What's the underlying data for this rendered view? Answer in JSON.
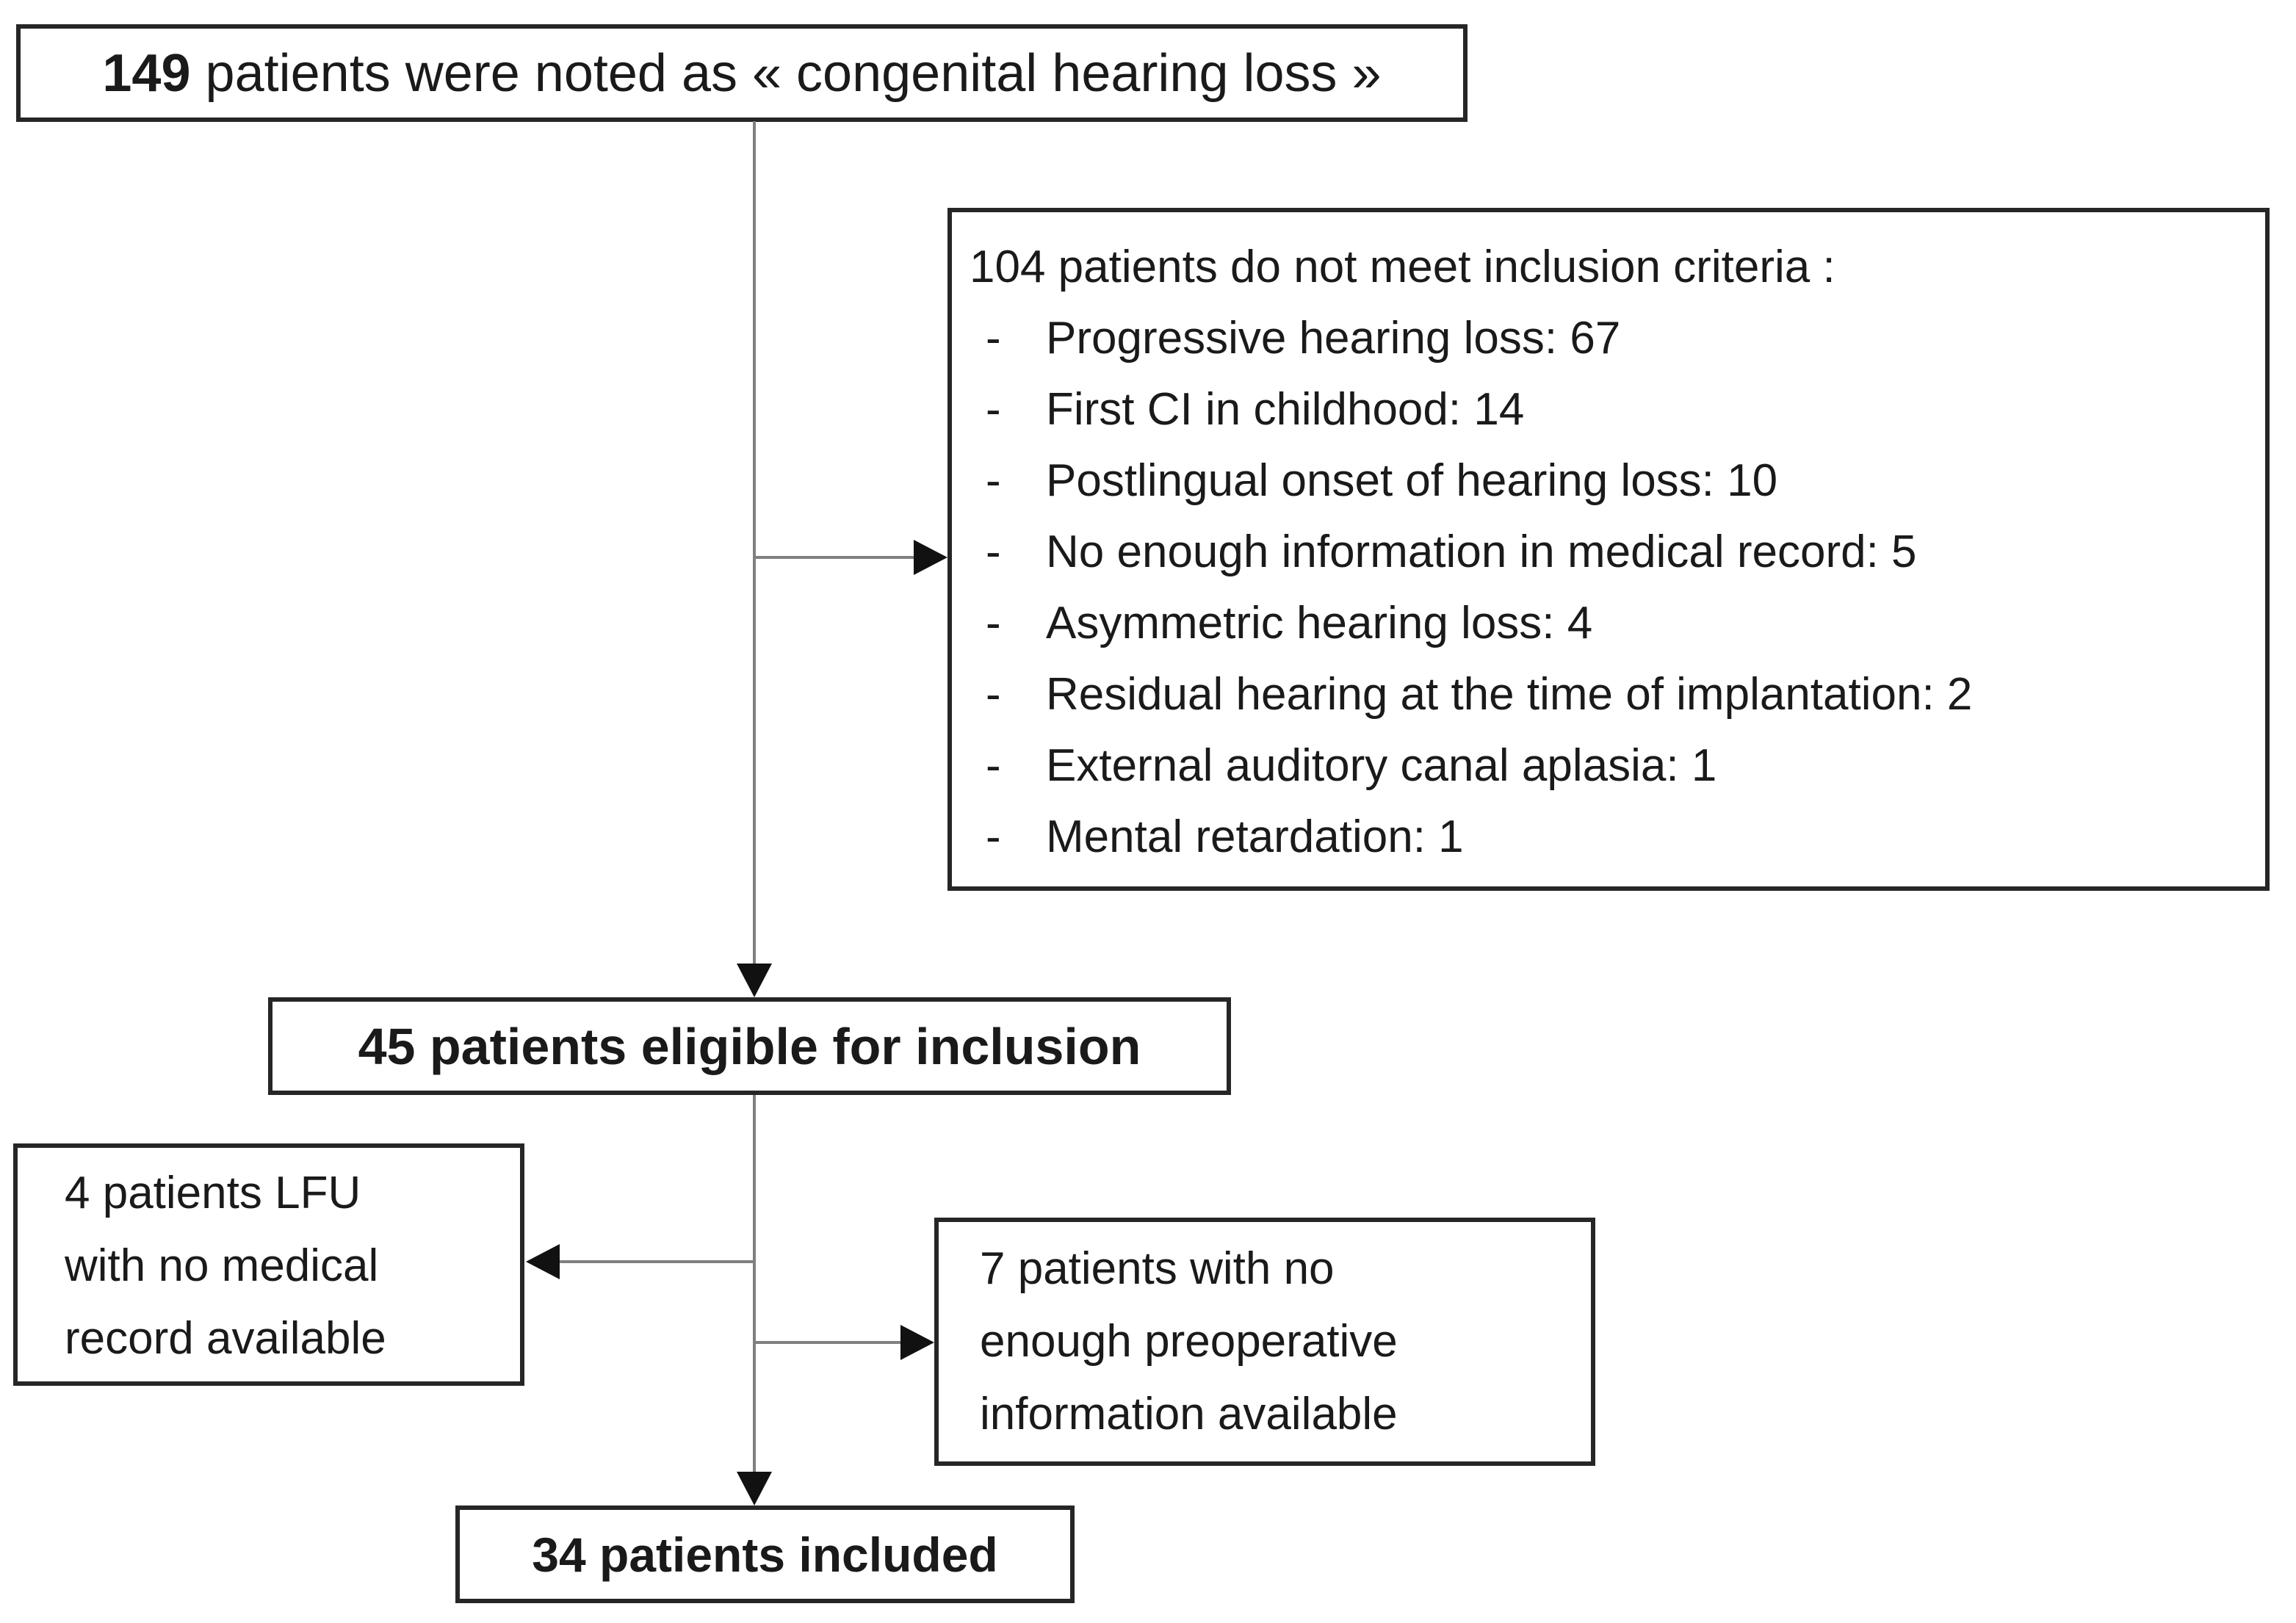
{
  "diagram": {
    "colors": {
      "background": "#ffffff",
      "box_border": "#262626",
      "connector_line": "#808080",
      "arrowhead": "#111111",
      "text": "#1a1a1a"
    }
  },
  "boxes": {
    "initial": {
      "count": "149",
      "rest": " patients were noted as « congenital hearing loss »"
    },
    "exclusion": {
      "title": "104 patients do not meet inclusion criteria :",
      "bullet_marker": "-",
      "items": [
        "Progressive hearing loss: 67",
        "First CI in childhood: 14",
        "Postlingual onset of hearing loss: 10",
        "No enough information in medical record: 5",
        "Asymmetric hearing loss: 4",
        "Residual hearing at the time of implantation: 2",
        "External auditory canal aplasia: 1",
        "Mental retardation: 1"
      ]
    },
    "eligible": {
      "text": "45 patients eligible for inclusion"
    },
    "lost_follow_up": {
      "lines": [
        "4 patients LFU",
        "with no medical",
        "record available"
      ]
    },
    "insufficient_preop": {
      "lines": [
        "7 patients with no",
        "enough preoperative",
        "information available"
      ]
    },
    "included": {
      "text": "34 patients included"
    }
  }
}
